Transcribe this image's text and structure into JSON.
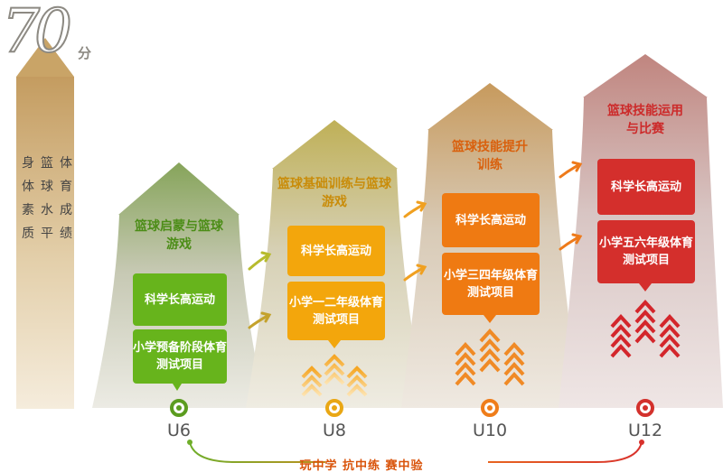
{
  "logo": {
    "number": "70",
    "unit": "分"
  },
  "left_axis_columns": [
    "身体素质",
    "篮球水平",
    "体育成绩"
  ],
  "stages": [
    {
      "age": "U6",
      "title": "篮球启蒙与篮球游戏",
      "box1": "科学长高运动",
      "box2": "小学预备阶段体育测试项目",
      "color": "#5cab1a"
    },
    {
      "age": "U8",
      "title": "篮球基础训练与篮球游戏",
      "box1": "科学长高运动",
      "box2": "小学一二年级体育测试项目",
      "color": "#f0a20d"
    },
    {
      "age": "U10",
      "title": "篮球技能提升训练",
      "box1": "科学长高运动",
      "box2": "小学三四年级体育测试项目",
      "color": "#ee7512"
    },
    {
      "age": "U12",
      "title": "篮球技能运用与比赛",
      "box1": "科学长高运动",
      "box2": "小学五六年级体育测试项目",
      "color": "#d42c2c"
    }
  ],
  "motto": "玩中学 抗中练 赛中验"
}
